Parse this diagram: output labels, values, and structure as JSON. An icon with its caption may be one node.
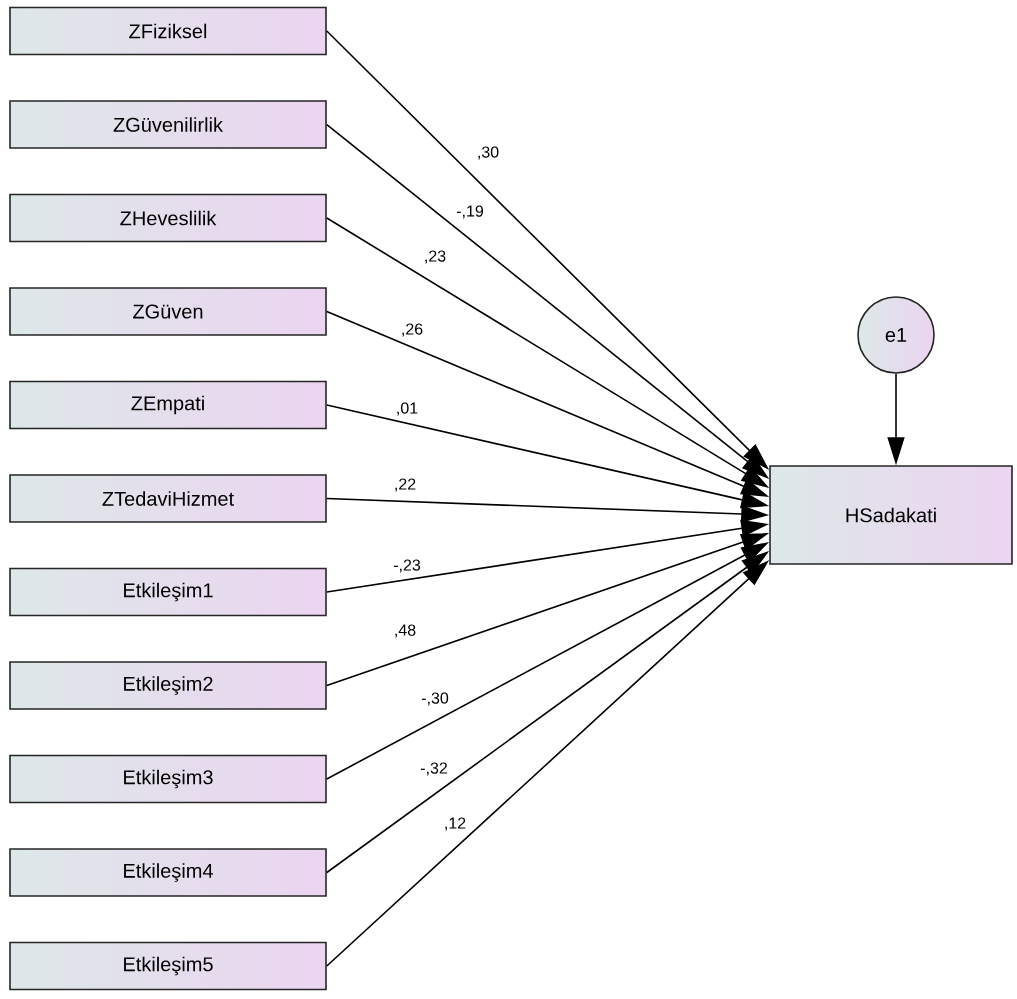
{
  "diagram": {
    "nodes": [
      {
        "text": [
          "ZFiziksel"
        ]
      },
      {
        "text": [
          "ZGüvenilirlik"
        ]
      },
      {
        "text": [
          "ZHeveslilik"
        ]
      },
      {
        "text": [
          "ZGüven"
        ]
      },
      {
        "text": [
          "ZEmpati"
        ]
      },
      {
        "text": [
          "ZTedaviHizmet"
        ]
      },
      {
        "text": [
          "Etkileşim1"
        ]
      },
      {
        "text": [
          "Etkileşim2"
        ]
      },
      {
        "text": [
          "Etkileşim3"
        ]
      },
      {
        "text": [
          "Etkileşim4"
        ]
      },
      {
        "text": [
          "Etkileşim5"
        ]
      },
      {
        "text": [
          "HSadakati"
        ]
      },
      {
        "text": [
          "e1"
        ]
      }
    ],
    "edges": [
      {
        "from": 0,
        "to": 11,
        "arrow": "to",
        "label": ",30"
      },
      {
        "from": 1,
        "to": 11,
        "arrow": "to",
        "label": "-,19"
      },
      {
        "from": 2,
        "to": 11,
        "arrow": "to",
        "label": ",23"
      },
      {
        "from": 3,
        "to": 11,
        "arrow": "to",
        "label": ",26"
      },
      {
        "from": 4,
        "to": 11,
        "arrow": "to",
        "label": ",01"
      },
      {
        "from": 5,
        "to": 11,
        "arrow": "to",
        "label": ",22"
      },
      {
        "from": 6,
        "to": 11,
        "arrow": "to",
        "label": "-,23"
      },
      {
        "from": 7,
        "to": 11,
        "arrow": "to",
        "label": ",48"
      },
      {
        "from": 8,
        "to": 11,
        "arrow": "to",
        "label": "-,30"
      },
      {
        "from": 9,
        "to": 11,
        "arrow": "to",
        "label": "-,32"
      },
      {
        "from": 10,
        "to": 11,
        "arrow": "to",
        "label": ",12"
      },
      {
        "from": 12,
        "to": 11,
        "arrow": "to"
      }
    ]
  }
}
